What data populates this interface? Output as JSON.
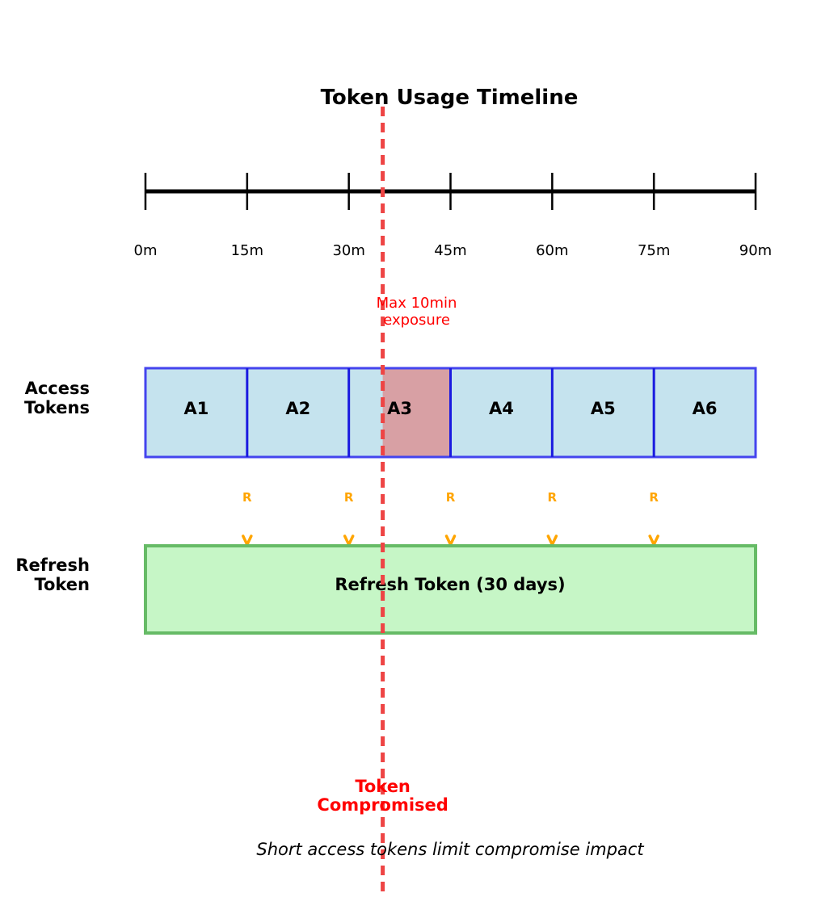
{
  "title": "Token Usage Timeline",
  "axis": {
    "ticks": [
      "0m",
      "15m",
      "30m",
      "45m",
      "60m",
      "75m",
      "90m"
    ],
    "range_minutes": [
      0,
      90
    ]
  },
  "rows": {
    "access_label_line1": "Access",
    "access_label_line2": "Tokens",
    "refresh_label_line1": "Refresh",
    "refresh_label_line2": "Token"
  },
  "access_tokens": [
    "A1",
    "A2",
    "A3",
    "A4",
    "A5",
    "A6"
  ],
  "refresh_token": {
    "label": "Refresh Token (30 days)"
  },
  "refresh_markers": {
    "label": "R",
    "count": 5
  },
  "compromise": {
    "label_line1": "Token",
    "label_line2": "Compromised",
    "exposure_line1": "Max 10min",
    "exposure_line2": "exposure",
    "time_minutes": 35,
    "exposure_end_minutes": 45
  },
  "caption": "Short access tokens limit compromise impact",
  "colors": {
    "axis": "#000000",
    "access_fill": "#c5e3ee",
    "access_border": "#4444ee",
    "access_divider": "#1a1ae0",
    "exposed_fill": "#d8a0a4",
    "refresh_fill": "#c6f6c6",
    "refresh_border": "#66bb66",
    "marker": "#ffa500",
    "compromise_line": "#ee4444",
    "compromise_text": "#ff0000"
  }
}
